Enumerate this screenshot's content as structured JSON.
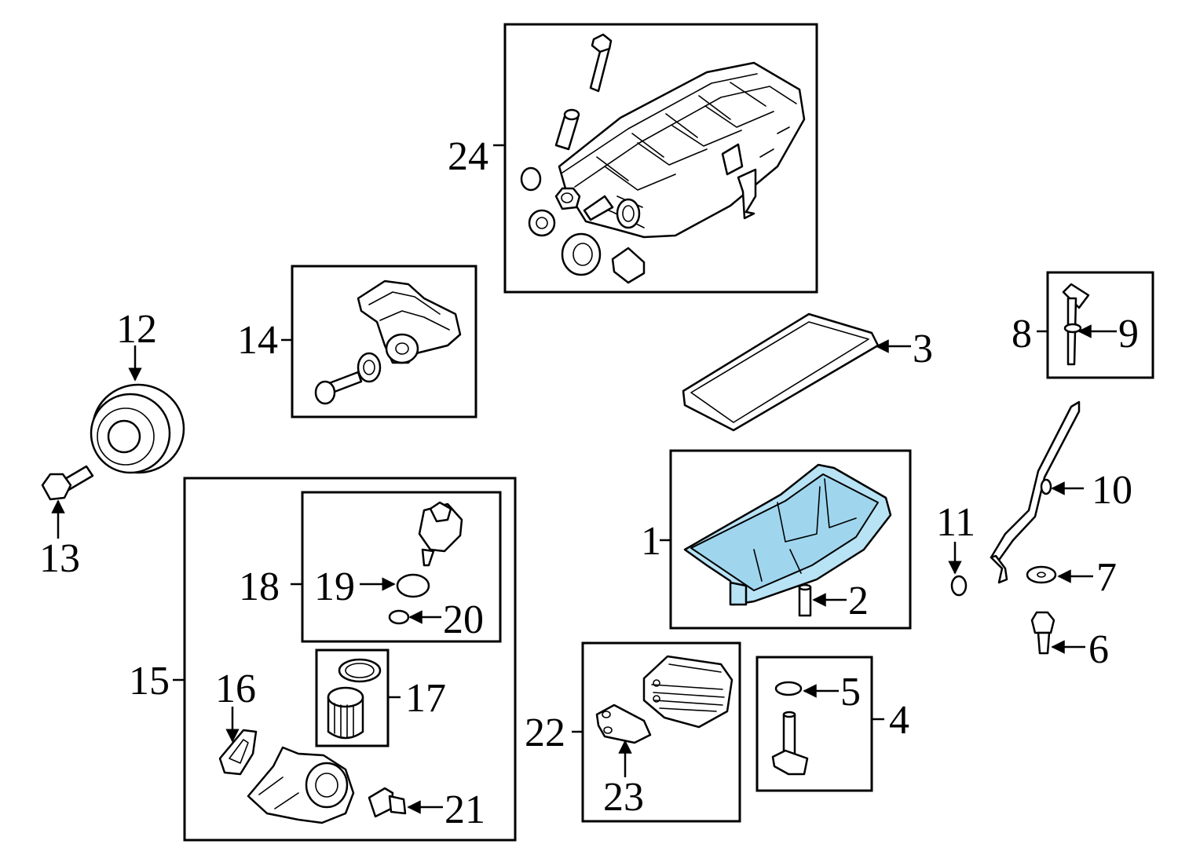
{
  "callouts": {
    "c1": "1",
    "c2": "2",
    "c3": "3",
    "c4": "4",
    "c5": "5",
    "c6": "6",
    "c7": "7",
    "c8": "8",
    "c9": "9",
    "c10": "10",
    "c11": "11",
    "c12": "12",
    "c13": "13",
    "c14": "14",
    "c15": "15",
    "c16": "16",
    "c17": "17",
    "c18": "18",
    "c19": "19",
    "c20": "20",
    "c21": "21",
    "c22": "22",
    "c23": "23",
    "c24": "24"
  },
  "colors": {
    "highlight": "#b7e3f5",
    "line": "#000000",
    "background": "#ffffff"
  }
}
